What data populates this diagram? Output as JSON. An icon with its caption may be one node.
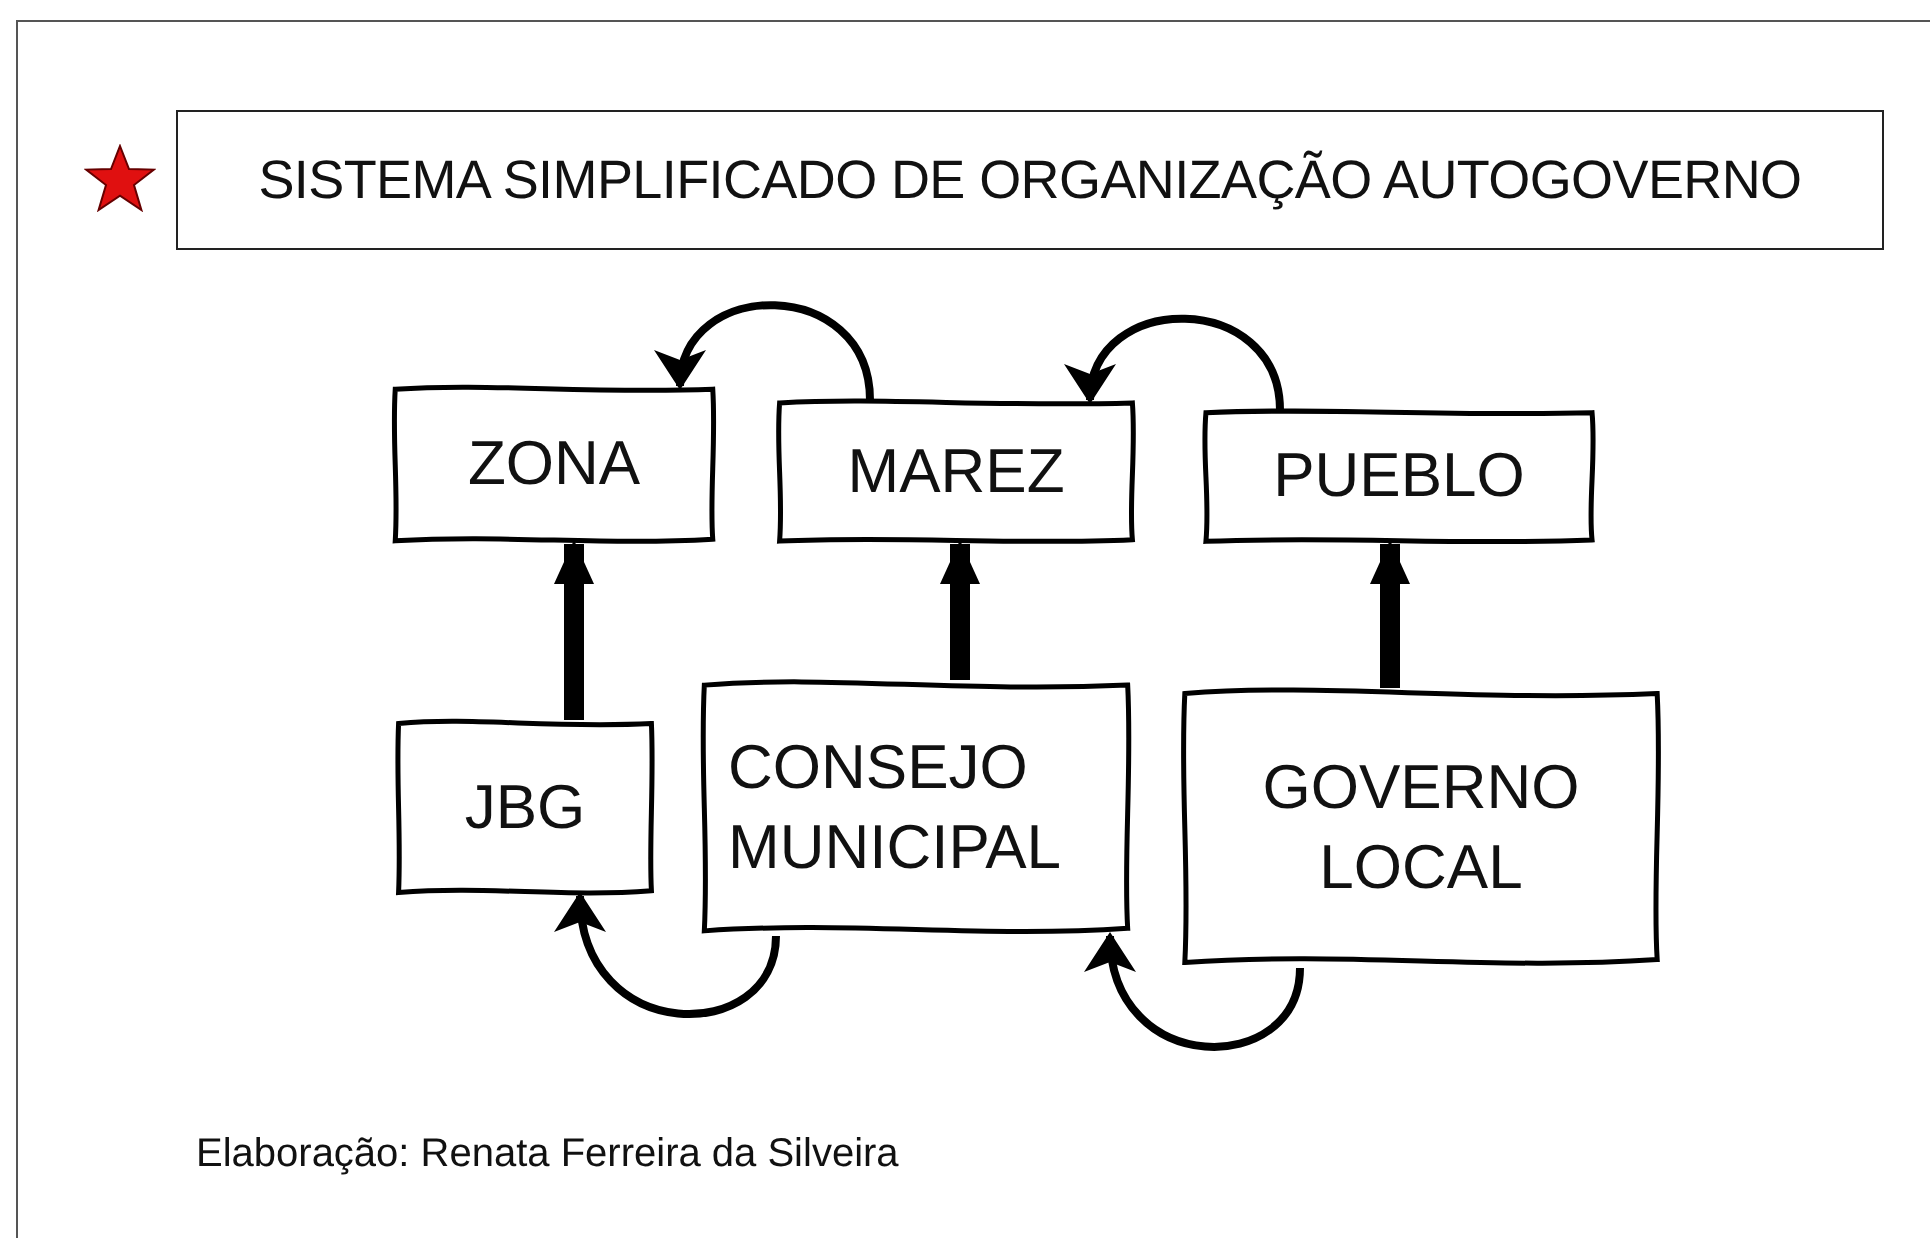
{
  "diagram": {
    "title": "SISTEMA SIMPLIFICADO DE ORGANIZAÇÃO AUTOGOVERNO",
    "caption": "Elaboração: Renata Ferreira da Silveira",
    "nodes": [
      {
        "text": [
          "ZONA"
        ]
      },
      {
        "text": [
          "MAREZ"
        ]
      },
      {
        "text": [
          "PUEBLO"
        ]
      },
      {
        "text": [
          "JBG"
        ]
      },
      {
        "text": [
          "CONSEJO MUNICIPAL"
        ]
      },
      {
        "text": [
          "GOVERNO LOCAL"
        ]
      }
    ],
    "edges": [
      {
        "from": 3,
        "to": 0,
        "arrow": "to",
        "style": "thick"
      },
      {
        "from": 4,
        "to": 1,
        "arrow": "to",
        "style": "thick"
      },
      {
        "from": 5,
        "to": 2,
        "arrow": "to",
        "style": "thick"
      },
      {
        "from": 1,
        "to": 0,
        "arrow": "to"
      },
      {
        "from": 2,
        "to": 1,
        "arrow": "to"
      },
      {
        "from": 4,
        "to": 3,
        "arrow": "to"
      },
      {
        "from": 5,
        "to": 4,
        "arrow": "to"
      }
    ]
  }
}
